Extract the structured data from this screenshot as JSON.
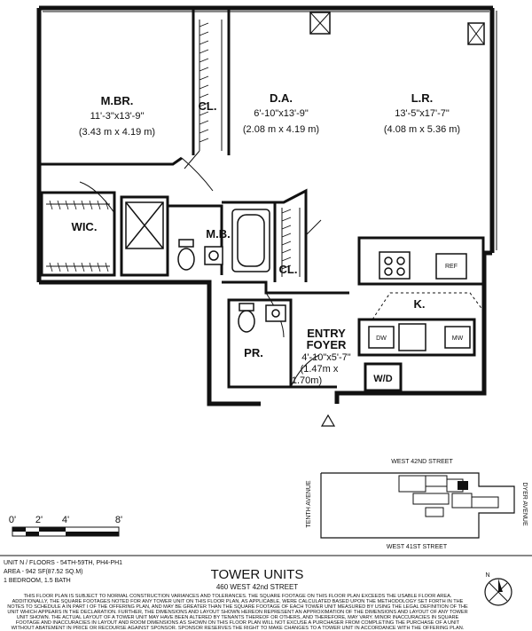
{
  "rooms": {
    "mbr": {
      "name": "M.BR.",
      "dim_ft": "11'-3\"x13'-9\"",
      "dim_m": "(3.43 m x 4.19 m)"
    },
    "da": {
      "name": "D.A.",
      "dim_ft": "6'-10\"x13'-9\"",
      "dim_m": "(2.08 m x 4.19 m)"
    },
    "lr": {
      "name": "L.R.",
      "dim_ft": "13'-5\"x17'-7\"",
      "dim_m": "(4.08 m x 5.36 m)"
    },
    "wic": {
      "name": "WIC."
    },
    "mb": {
      "name": "M.B."
    },
    "cl1": {
      "name": "CL."
    },
    "cl2": {
      "name": "CL."
    },
    "k": {
      "name": "K."
    },
    "pr": {
      "name": "PR."
    },
    "entry": {
      "name1": "ENTRY",
      "name2": "FOYER",
      "dim1": "4'-10\"x5'-7\"",
      "dim2": "(1.47m x",
      "dim3": "1.70m)"
    },
    "wd": {
      "name": "W/D"
    }
  },
  "appliances": {
    "ref": "REF",
    "dw": "DW",
    "mw": "MW"
  },
  "scale": {
    "labels": [
      "0'",
      "2'",
      "4'",
      "8'"
    ]
  },
  "keyplan": {
    "north_street": "WEST 42ND STREET",
    "south_street": "WEST 41ST STREET",
    "west_avenue": "TENTH AVENUE",
    "east_avenue": "DYER AVENUE"
  },
  "compass": {
    "label": "N"
  },
  "unit_info": {
    "line1": "UNIT N / FLOORS - 54TH-59TH, PH4-PH1",
    "line2": "AREA - 942 SF(87.52 SQ.M)",
    "line3": "1 BEDROOM, 1.5 BATH"
  },
  "title": {
    "main": "TOWER UNITS",
    "address": "460 WEST 42nd STREET"
  },
  "disclaimer": [
    "THIS FLOOR PLAN IS SUBJECT TO NORMAL CONSTRUCTION VARIANCES AND TOLERANCES. THE SQUARE FOOTAGE ON THIS FLOOR PLAN EXCEEDS THE USABLE FLOOR AREA.",
    "ADDITIONALLY, THE SQUARE FOOTAGES NOTED FOR ANY TOWER UNIT ON THIS FLOOR PLAN, AS APPLICABLE, WERE CALCULATED BASED UPON THE METHODOLOGY SET FORTH IN THE",
    "NOTES TO SCHEDULE A IN PART I OF THE OFFERING PLAN, AND MAY BE GREATER THAN THE SQUARE FOOTAGE OF EACH TOWER UNIT MEASURED BY USING THE LEGAL DEFINITION OF THE",
    "UNIT WHICH APPEARS IN THE DECLARATION. FURTHER, THE DIMENSIONS AND LAYOUT SHOWN HEREON REPRESENT AN APPROXIMATION OF THE DIMENSIONS AND LAYOUT OF ANY TOWER",
    "UNIT SHOWN. THE ACTUAL LAYOUT OF A TOWER UNIT MAY HAVE BEEN ALTERED BY TENANTS THEREOF OR OTHERS, AND THEREFORE, MAY VARY. MINOR INACCURACIES IN SQUARE",
    "FOOTAGE AND INACCURACIES IN LAYOUT AND ROOM DIMENSIONS AS SHOWN ON THIS FLOOR PLAN WILL NOT EXCUSE A PURCHASER FROM COMPLETING THE PURCHASE OF A UNIT",
    "WITHOUT ABATEMENT IN PRICE OR RECOURSE AGAINST SPONSOR. SPONSOR RESERVES THE RIGHT TO MAKE CHANGES TO A TOWER UNIT IN ACCORDANCE WITH THE OFFERING PLAN."
  ]
}
